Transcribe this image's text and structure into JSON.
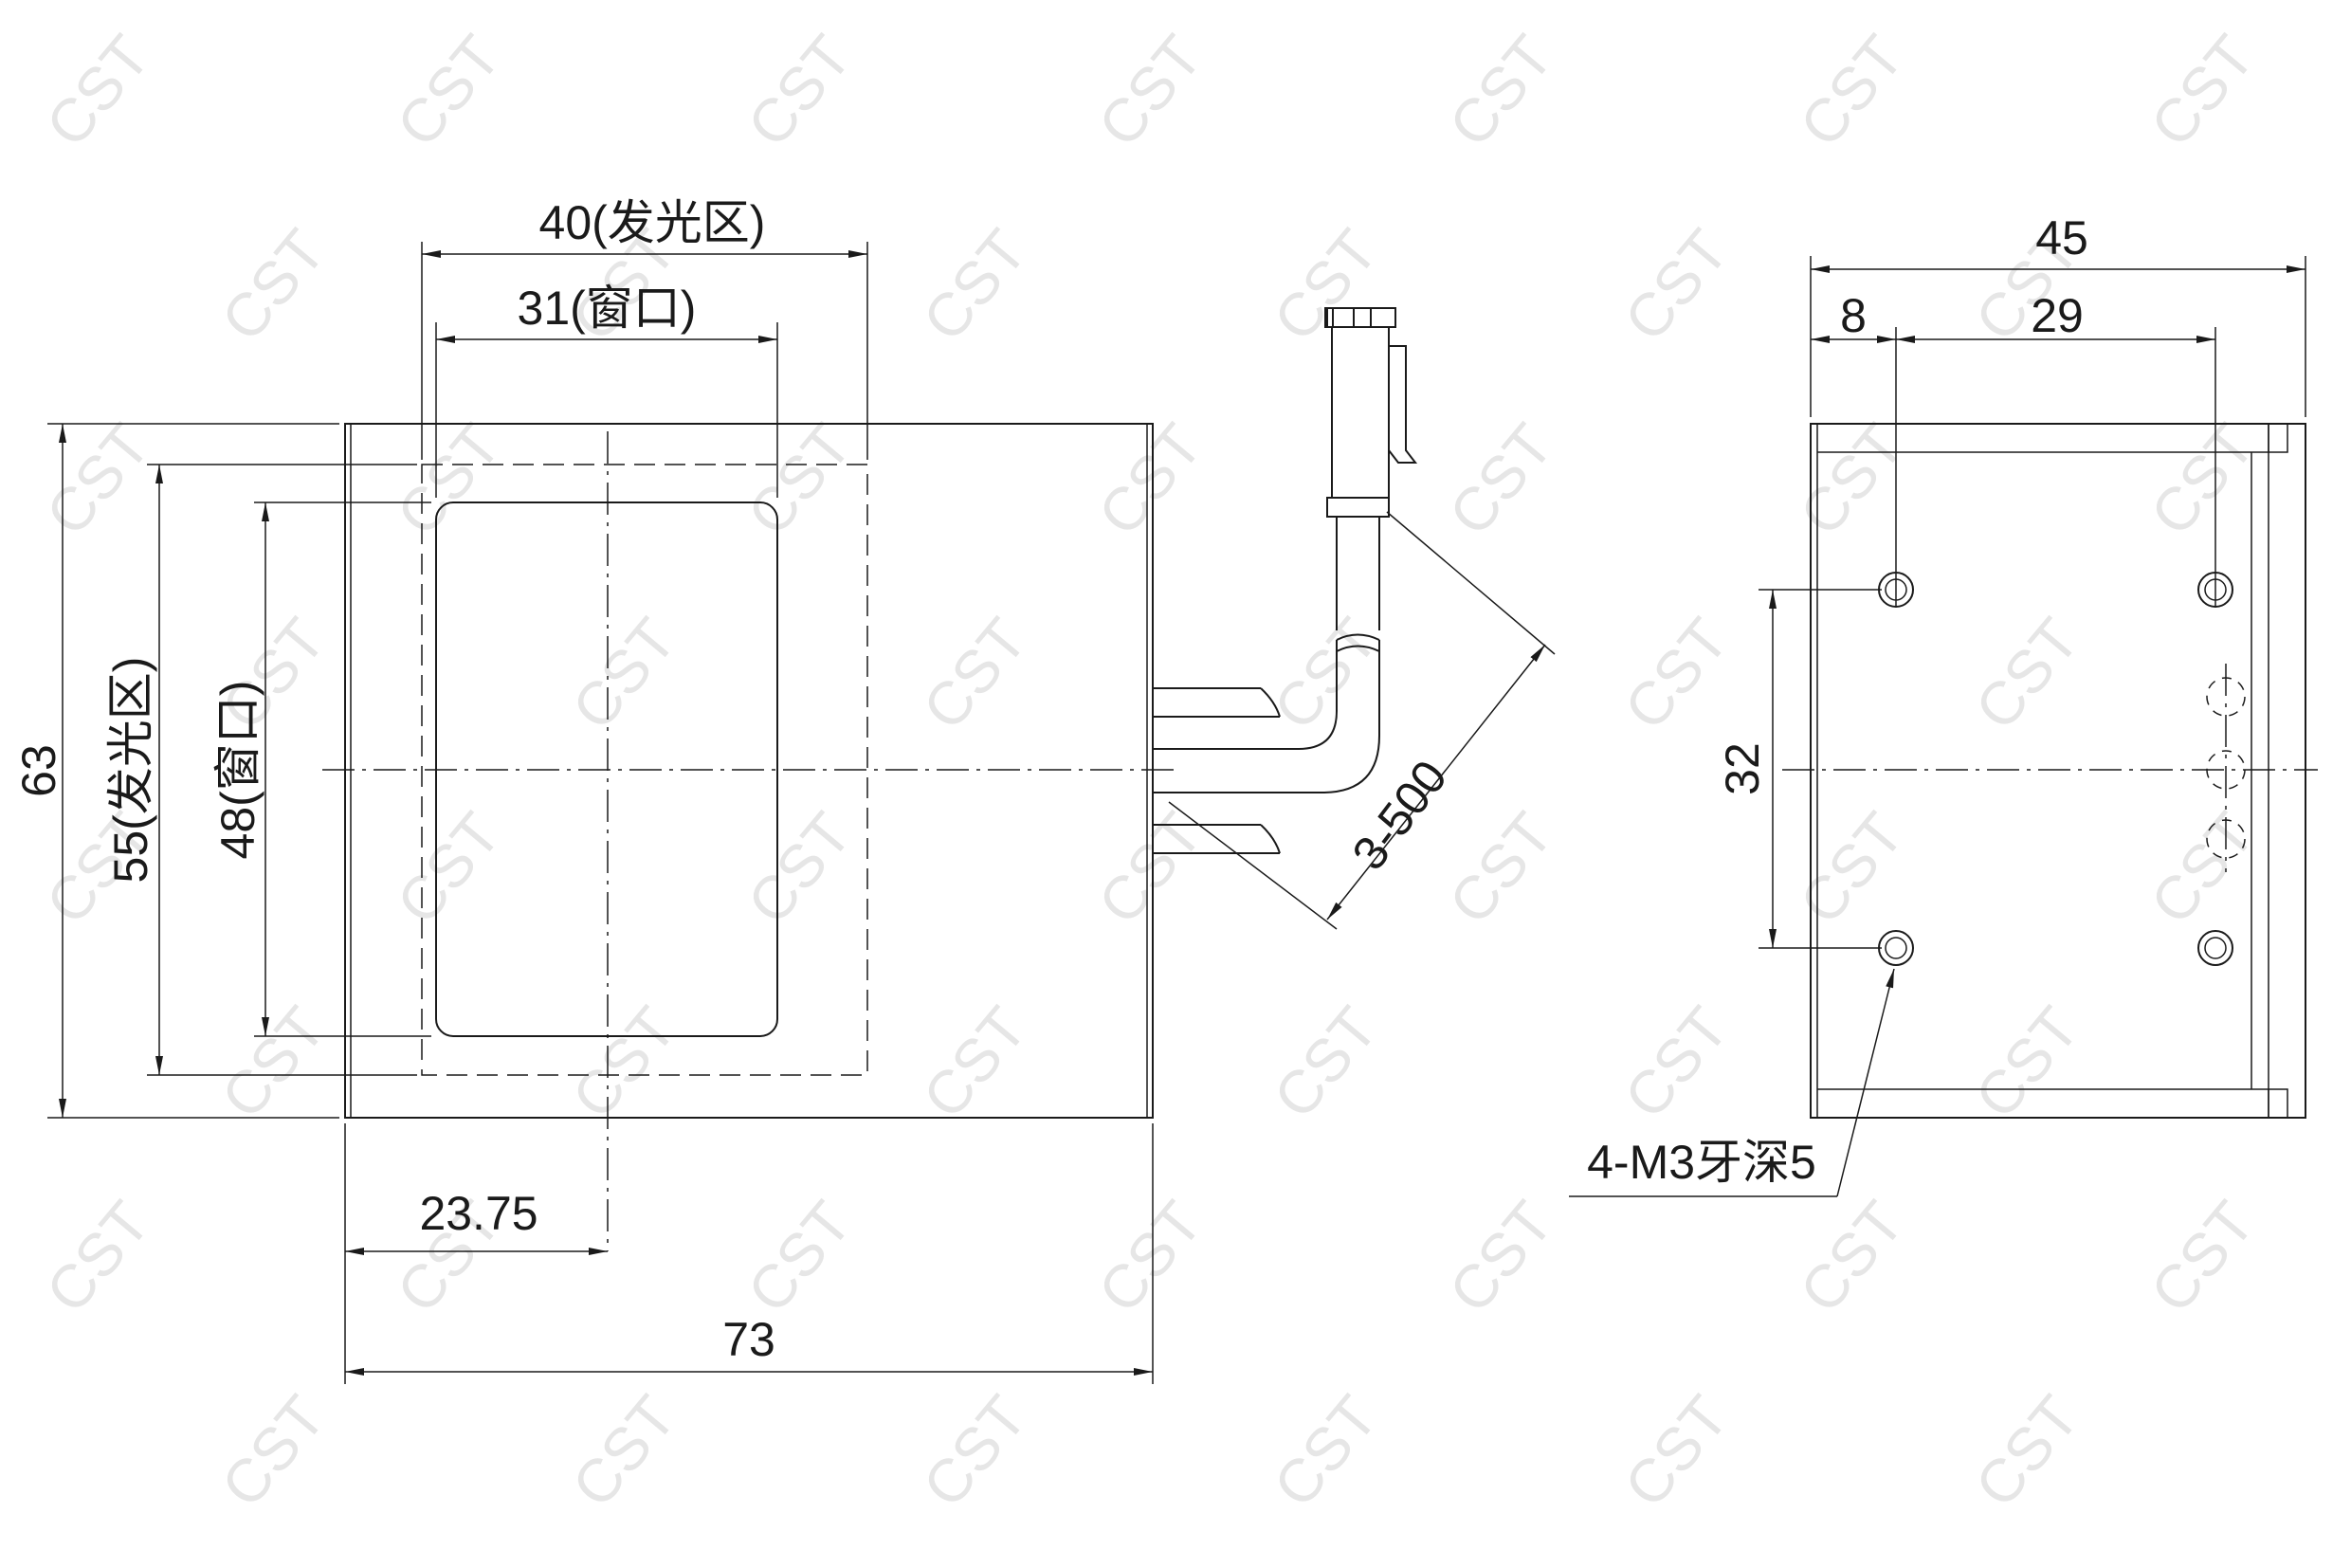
{
  "watermark": {
    "text": "CST",
    "color": "#e6e6e6"
  },
  "line_color": "#1a1a1a",
  "front_view": {
    "dims": {
      "emitting_width": "40(发光区)",
      "window_width": "31(窗口)",
      "total_height": "63",
      "emitting_height": "55(发光区)",
      "window_height": "48(窗口)",
      "center_offset": "23.75",
      "total_width": "73",
      "cable": "3-500"
    }
  },
  "side_view": {
    "dims": {
      "total_width": "45",
      "edge_offset": "8",
      "hole_spacing_h": "29",
      "hole_spacing_v": "32",
      "thread_note": "4-M3牙深5"
    }
  }
}
